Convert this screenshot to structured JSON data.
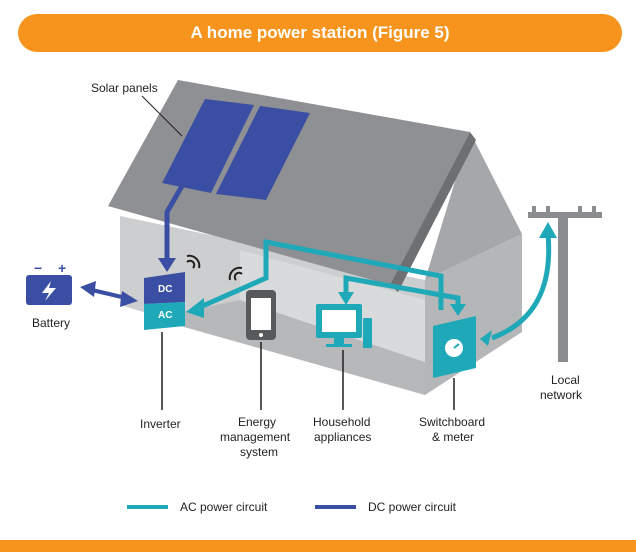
{
  "title": "A home power station (Figure 5)",
  "labels": {
    "solar_panels": "Solar panels",
    "battery": "Battery",
    "inverter": "Inverter",
    "energy_line1": "Energy",
    "energy_line2": "management",
    "energy_line3": "system",
    "household_line1": "Household",
    "household_line2": "appliances",
    "switchboard_line1": "Switchboard",
    "switchboard_line2": "& meter",
    "local_line1": "Local",
    "local_line2": "network",
    "inverter_dc": "DC",
    "inverter_ac": "AC",
    "battery_minus": "−",
    "battery_plus": "+"
  },
  "legend": {
    "ac": "AC power circuit",
    "dc": "DC power circuit"
  },
  "colors": {
    "accent": "#f7941d",
    "ac": "#1fa9b8",
    "dc": "#3a4fa3",
    "roof": "#8e9094",
    "wall": "#cfd0d2",
    "pole": "#8a8c8f"
  }
}
